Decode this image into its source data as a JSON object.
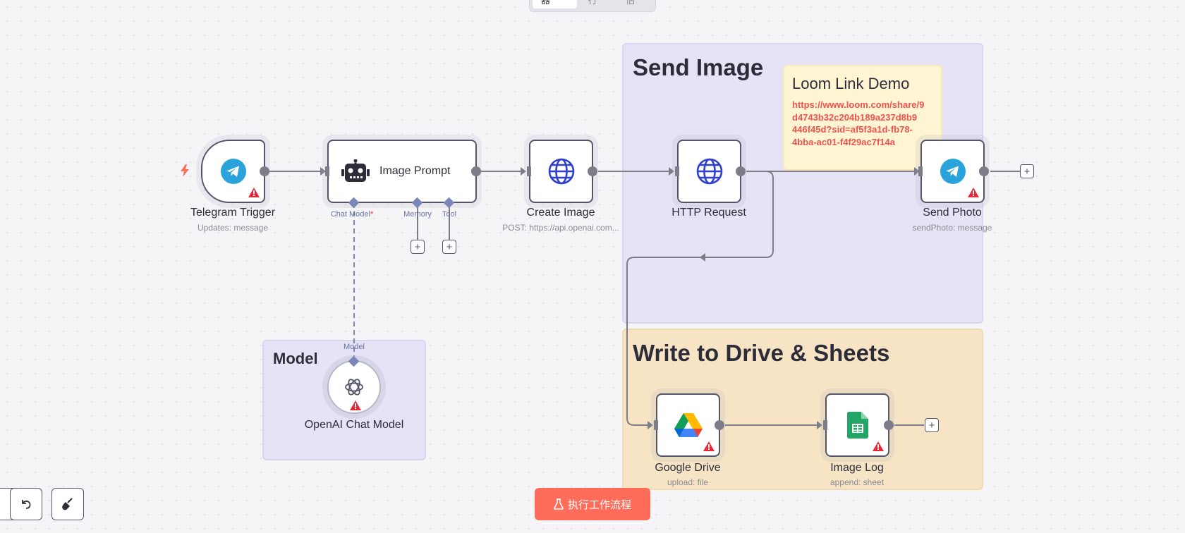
{
  "tabs": [
    {
      "label": "编辑器",
      "active": true
    },
    {
      "label": "执行",
      "active": false
    },
    {
      "label": "评估",
      "active": false
    }
  ],
  "groups": {
    "send_image": {
      "title": "Send Image",
      "color": "#e6e3f6"
    },
    "loom": {
      "title": "Loom Link Demo",
      "url": "https://www.loom.com/share/9d4743b32c204b189a237d8b9446f45d?sid=af5f3a1d-fb78-4bba-ac01-f4f29ac7f14a",
      "url_lines": [
        "https://www.loom.com/share/9",
        "d4743b32c204b189a237d8b9",
        "446f45d?sid=af5f3a1d-fb78-",
        "4bba-ac01-f4f29ac7f14a"
      ],
      "color": "#fff5d2"
    },
    "drive": {
      "title": "Write to Drive & Sheets",
      "color": "#f7e4c4"
    },
    "model": {
      "title": "Model",
      "color": "#e6e3f6"
    }
  },
  "nodes": {
    "telegram_trigger": {
      "label": "Telegram Trigger",
      "sub": "Updates: message",
      "icon": "telegram-icon",
      "warning": true
    },
    "image_prompt": {
      "label": "Image Prompt",
      "icon": "robot-icon",
      "ports": {
        "chat_model": "Chat Model",
        "chat_model_required": "*",
        "memory": "Memory",
        "tool": "Tool"
      }
    },
    "create_image": {
      "label": "Create Image",
      "sub": "POST: https://api.openai.com...",
      "icon": "globe-icon"
    },
    "http_request": {
      "label": "HTTP Request",
      "icon": "globe-icon"
    },
    "send_photo": {
      "label": "Send Photo",
      "sub": "sendPhoto: message",
      "icon": "telegram-icon",
      "warning": true
    },
    "openai_model": {
      "label": "OpenAI Chat Model",
      "port_label": "Model",
      "icon": "openai-icon",
      "warning": true
    },
    "google_drive": {
      "label": "Google Drive",
      "sub": "upload: file",
      "icon": "google-drive-icon",
      "warning": true
    },
    "image_log": {
      "label": "Image Log",
      "sub": "append: sheet",
      "icon": "google-sheets-icon",
      "warning": true
    }
  },
  "controls": {
    "run_label": "执行工作流程",
    "undo_icon": "undo-icon",
    "clear_icon": "broom-icon"
  },
  "colors": {
    "accent": "#ff6d5a",
    "edge": "#7d7d8a",
    "warning": "#e5293a",
    "telegram": "#2aa3dc",
    "globe": "#2f3fd1"
  }
}
